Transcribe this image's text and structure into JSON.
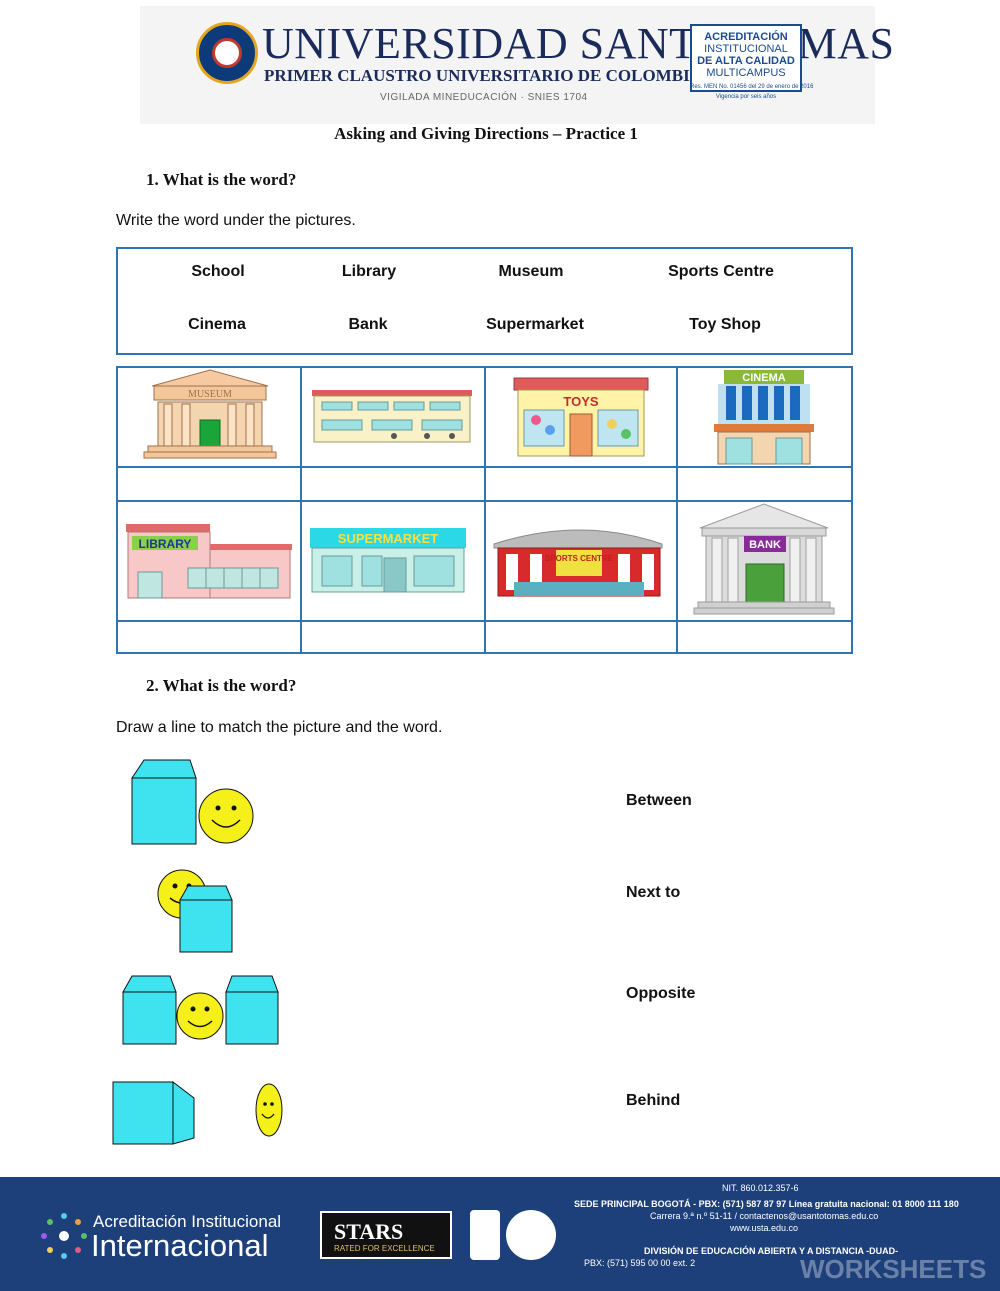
{
  "header": {
    "university_name": "UNIVERSIDAD SANTO TOMAS",
    "subtitle": "PRIMER CLAUSTRO UNIVERSITARIO DE COLOMBIA",
    "vigilada": "VIGILADA MINEDUCACIÓN · SNIES 1704",
    "accreditation_lines": [
      "ACREDITACIÓN",
      "INSTITUCIONAL",
      "DE ALTA CALIDAD",
      "MULTICAMPUS"
    ],
    "accreditation_res": "Res. MEN No. 01456 del 29 de enero de 2016",
    "accreditation_vigencia": "Vigencia por seis años"
  },
  "title": "Asking and Giving Directions – Practice 1",
  "section1": {
    "heading": "1.  What is the word?",
    "instruction": "Write the word under the pictures.",
    "words": [
      "School",
      "Library",
      "Museum",
      "Sports Centre",
      "Cinema",
      "Bank",
      "Supermarket",
      "Toy Shop"
    ],
    "picture_signs": {
      "museum": "MUSEUM",
      "toys": "TOYS",
      "cinema": "CINEMA",
      "library": "LIBRARY",
      "supermarket": "SUPERMARKET",
      "sports_centre": "SPORTS CENTRE",
      "bank": "BANK"
    }
  },
  "section2": {
    "heading": "2.  What is the word?",
    "instruction": "Draw a line to match the picture and the word.",
    "words": [
      "Between",
      "Next to",
      "Opposite",
      "Behind"
    ]
  },
  "footer": {
    "acred_line1": "Acreditación Institucional",
    "acred_line2": "Internacional",
    "stars_main": "STARS",
    "stars_sub": "RATED FOR EXCELLENCE",
    "nit": "NIT. 860.012.357-6",
    "sede": "SEDE PRINCIPAL BOGOTÁ - PBX: (571) 587 87 97 Línea gratuita nacional: 01 8000 111 180",
    "address": "Carrera 9.ª n.º 51-11 / contactenos@usantotomas.edu.co",
    "web": "www.usta.edu.co",
    "division": "DIVISIÓN DE EDUCACIÓN ABIERTA Y A DISTANCIA -DUAD-",
    "pbx": "PBX: (571) 595 00 00 ext. 2",
    "watermark": "WORKSHEETS"
  },
  "colors": {
    "border_blue": "#2e75b6",
    "cube_cyan": "#3fe3ef",
    "smiley_yellow": "#f5ef1a",
    "footer_navy": "#1d3f7a"
  }
}
